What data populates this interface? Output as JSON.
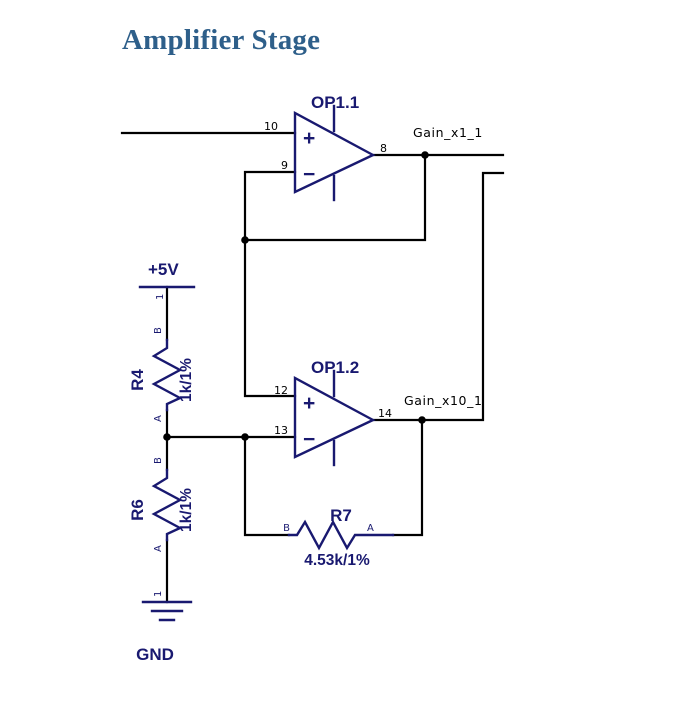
{
  "document": {
    "title": "Amplifier Stage",
    "title_color": "#2e5f8a",
    "background": "#ffffff"
  },
  "palette": {
    "wire": "#000000",
    "symbol": "#191970",
    "label": "#000000"
  },
  "nets": [
    {
      "id": "net-gain-x1",
      "name": "Gain_x1_1"
    },
    {
      "id": "net-gain-x10",
      "name": "Gain_x10_1"
    }
  ],
  "supplies": [
    {
      "id": "supply-p5v",
      "name": "+5V",
      "pin": "1"
    },
    {
      "id": "supply-gnd",
      "name": "GND",
      "pin": "1"
    }
  ],
  "opamps": [
    {
      "id": "opamp-op11",
      "refdes": "OP1.1",
      "plus_sign": "+",
      "minus_sign": "−",
      "pins": {
        "noninverting": "10",
        "inverting": "9",
        "output": "8"
      },
      "output_net": "Gain_x1_1"
    },
    {
      "id": "opamp-op12",
      "refdes": "OP1.2",
      "plus_sign": "+",
      "minus_sign": "−",
      "pins": {
        "noninverting": "12",
        "inverting": "13",
        "output": "14"
      },
      "output_net": "Gain_x10_1"
    }
  ],
  "resistors": [
    {
      "id": "resistor-r4",
      "refdes": "R4",
      "value": "1k/1%",
      "orientation": "vertical",
      "terminal_top": "B",
      "terminal_bottom": "A"
    },
    {
      "id": "resistor-r6",
      "refdes": "R6",
      "value": "1k/1%",
      "orientation": "vertical",
      "terminal_top": "B",
      "terminal_bottom": "A"
    },
    {
      "id": "resistor-r7",
      "refdes": "R7",
      "value": "4.53k/1%",
      "orientation": "horizontal",
      "terminal_left": "B",
      "terminal_right": "A"
    }
  ]
}
